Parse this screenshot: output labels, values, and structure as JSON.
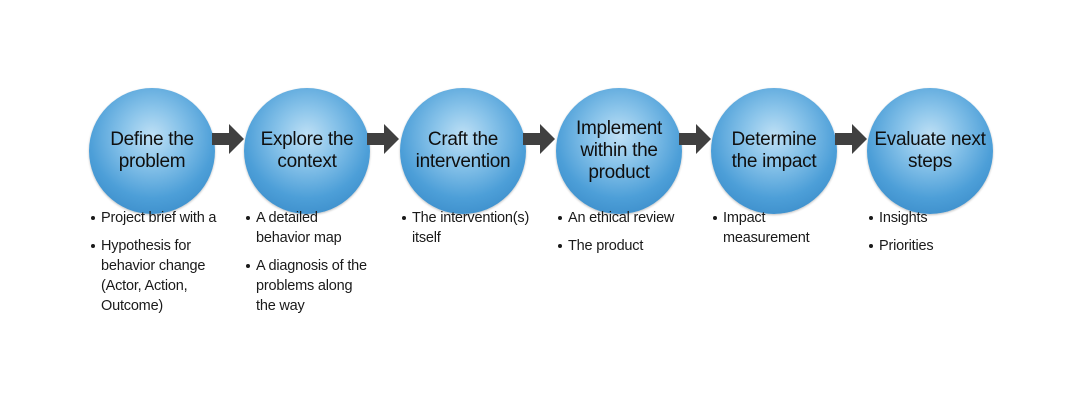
{
  "steps": [
    {
      "label": "Define the problem",
      "bullets": [
        "Project brief with a",
        "Hypothesis for behavior change (Actor, Action, Outcome)"
      ]
    },
    {
      "label": "Explore the context",
      "bullets": [
        "A detailed behavior map",
        "A diagnosis of the problems along the way"
      ]
    },
    {
      "label": "Craft the intervention",
      "bullets": [
        "The intervention(s) itself"
      ]
    },
    {
      "label": "Implement within the product",
      "bullets": [
        "An ethical review",
        "The product"
      ]
    },
    {
      "label": "Determine the impact",
      "bullets": [
        "Impact measurement"
      ]
    },
    {
      "label": "Evaluate next steps",
      "bullets": [
        "Insights",
        "Priorities"
      ]
    }
  ],
  "colors": {
    "circle": "#4d9fd8",
    "arrow": "#404040",
    "text": "#1a1a1a"
  }
}
